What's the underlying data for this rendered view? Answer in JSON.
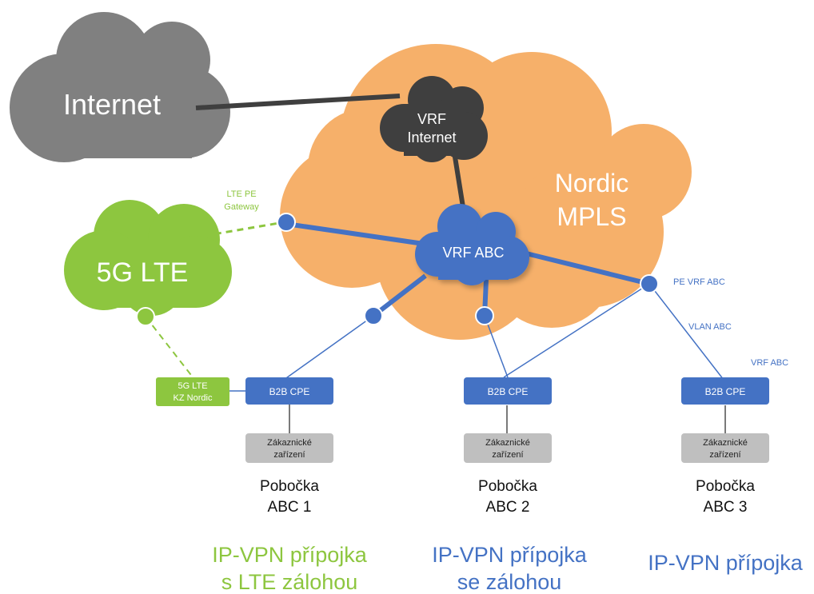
{
  "colors": {
    "internet_cloud": "#808080",
    "mpls_cloud": "#F6B06A",
    "vrf_internet_cloud": "#3F3F3F",
    "vrf_abc_cloud": "#4472C4",
    "lte_cloud": "#8DC63F",
    "blue_link": "#4472C4",
    "green_link": "#8DC63F",
    "gray_box": "#BFBFBF",
    "text_blue": "#4472C4",
    "text_green": "#8DC63F"
  },
  "clouds": {
    "internet": "Internet",
    "mpls_line1": "Nordic",
    "mpls_line2": "MPLS",
    "vrf_internet_line1": "VRF",
    "vrf_internet_line2": "Internet",
    "vrf_abc": "VRF ABC",
    "lte": "5G LTE"
  },
  "labels": {
    "lte_pe_line1": "LTE PE",
    "lte_pe_line2": "Gateway",
    "pe_vrf_abc": "PE VRF ABC",
    "vlan_abc": "VLAN ABC",
    "vrf_abc_small": "VRF ABC"
  },
  "lte_kz": {
    "line1": "5G LTE",
    "line2": "KZ Nordic"
  },
  "branches": [
    {
      "cpe": "B2B CPE",
      "device_line1": "Zákaznické",
      "device_line2": "zařízení",
      "name_line1": "Pobočka",
      "name_line2": "ABC 1",
      "type_line1": "IP-VPN přípojka",
      "type_line2": "s LTE zálohou"
    },
    {
      "cpe": "B2B CPE",
      "device_line1": "Zákaznické",
      "device_line2": "zařízení",
      "name_line1": "Pobočka",
      "name_line2": "ABC 2",
      "type_line1": "IP-VPN přípojka",
      "type_line2": "se zálohou"
    },
    {
      "cpe": "B2B CPE",
      "device_line1": "Zákaznické",
      "device_line2": "zařízení",
      "name_line1": "Pobočka",
      "name_line2": "ABC 3",
      "type_line1": "IP-VPN přípojka",
      "type_line2": ""
    }
  ]
}
